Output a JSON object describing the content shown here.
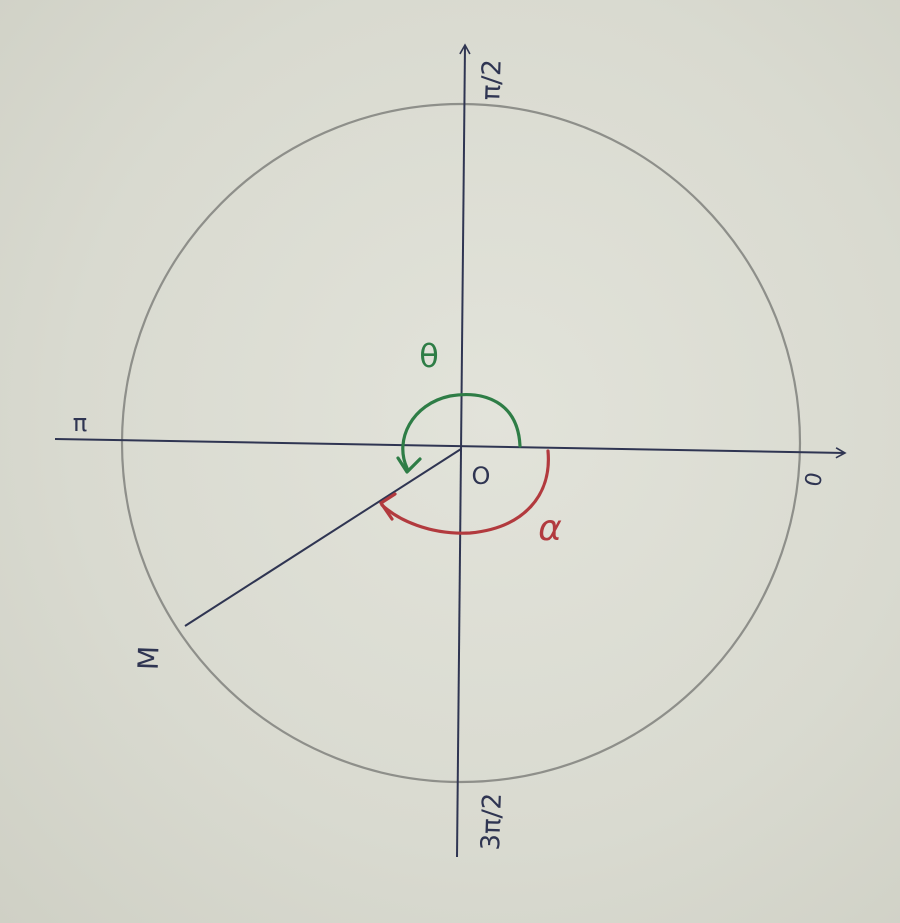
{
  "diagram": {
    "labels": {
      "origin": "O",
      "angle_zero": "0",
      "angle_pi": "π",
      "angle_pi_over_2": "π/2",
      "angle_3pi_over_2": "3π/2",
      "point_m": "M",
      "theta": "θ",
      "alpha": "α"
    },
    "colors": {
      "paper": "#dcddd3",
      "ink": "#2f3552",
      "circle": "#8e8f8a",
      "theta_arc": "#2e7d46",
      "alpha_arc": "#b23a3e"
    }
  }
}
